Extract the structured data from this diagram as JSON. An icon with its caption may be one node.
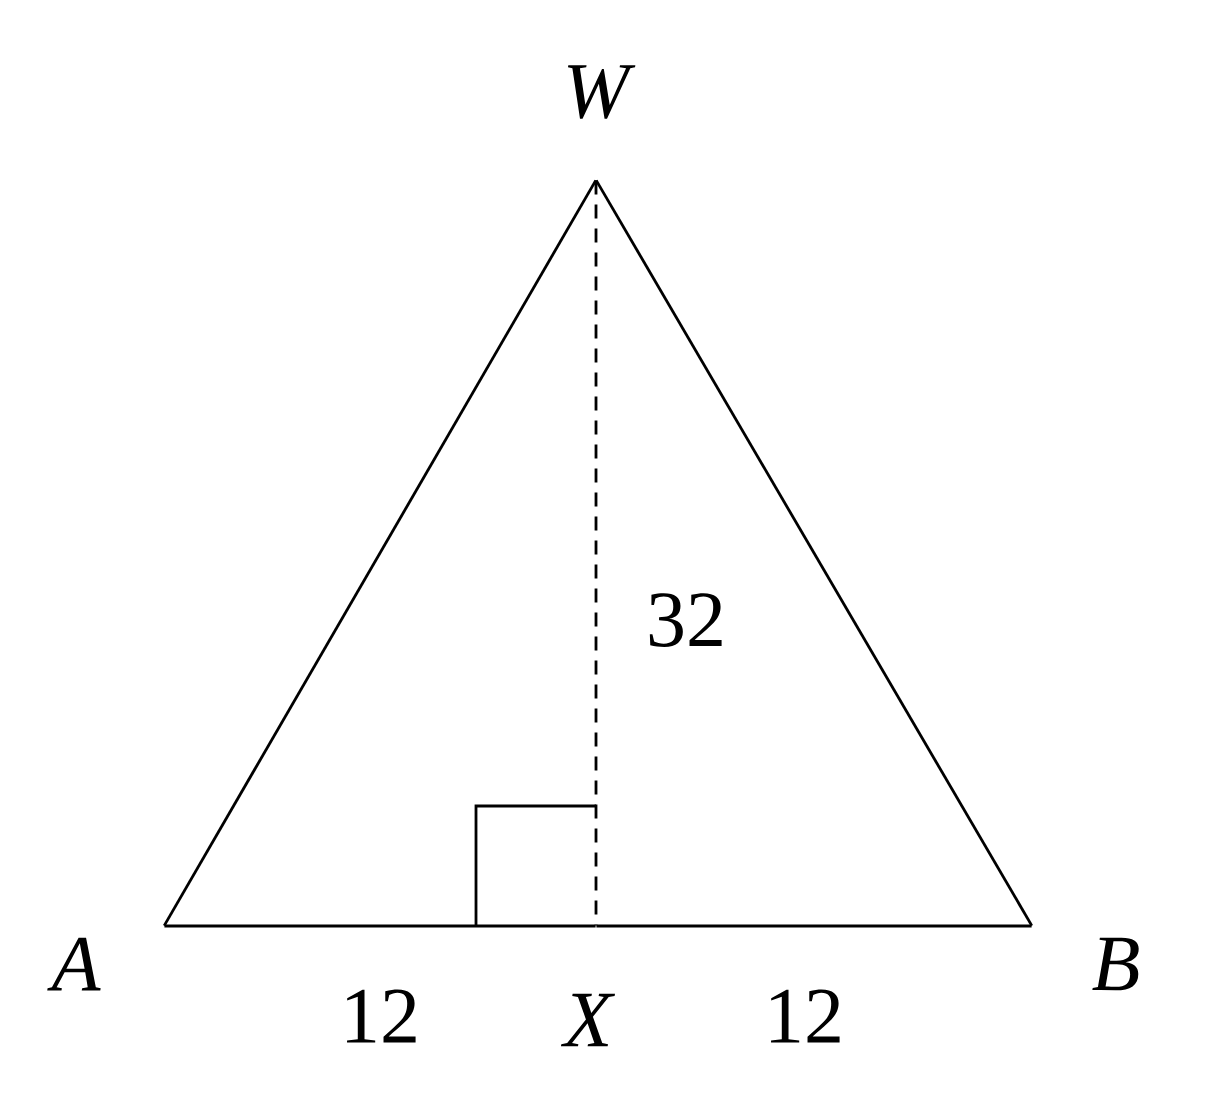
{
  "diagram": {
    "nodes": [
      {
        "text": [
          "W"
        ]
      },
      {
        "text": [
          "A"
        ]
      },
      {
        "text": [
          "B"
        ]
      },
      {
        "text": [
          "X"
        ]
      }
    ],
    "edges": [
      {
        "from": 0,
        "to": 1,
        "arrow": "none"
      },
      {
        "from": 0,
        "to": 2,
        "arrow": "none"
      },
      {
        "from": 1,
        "to": 3,
        "arrow": "none",
        "label": "12"
      },
      {
        "from": 3,
        "to": 2,
        "arrow": "none",
        "label": "12"
      },
      {
        "from": 0,
        "to": 3,
        "arrow": "none",
        "style": "dashed",
        "label": "32"
      }
    ]
  }
}
